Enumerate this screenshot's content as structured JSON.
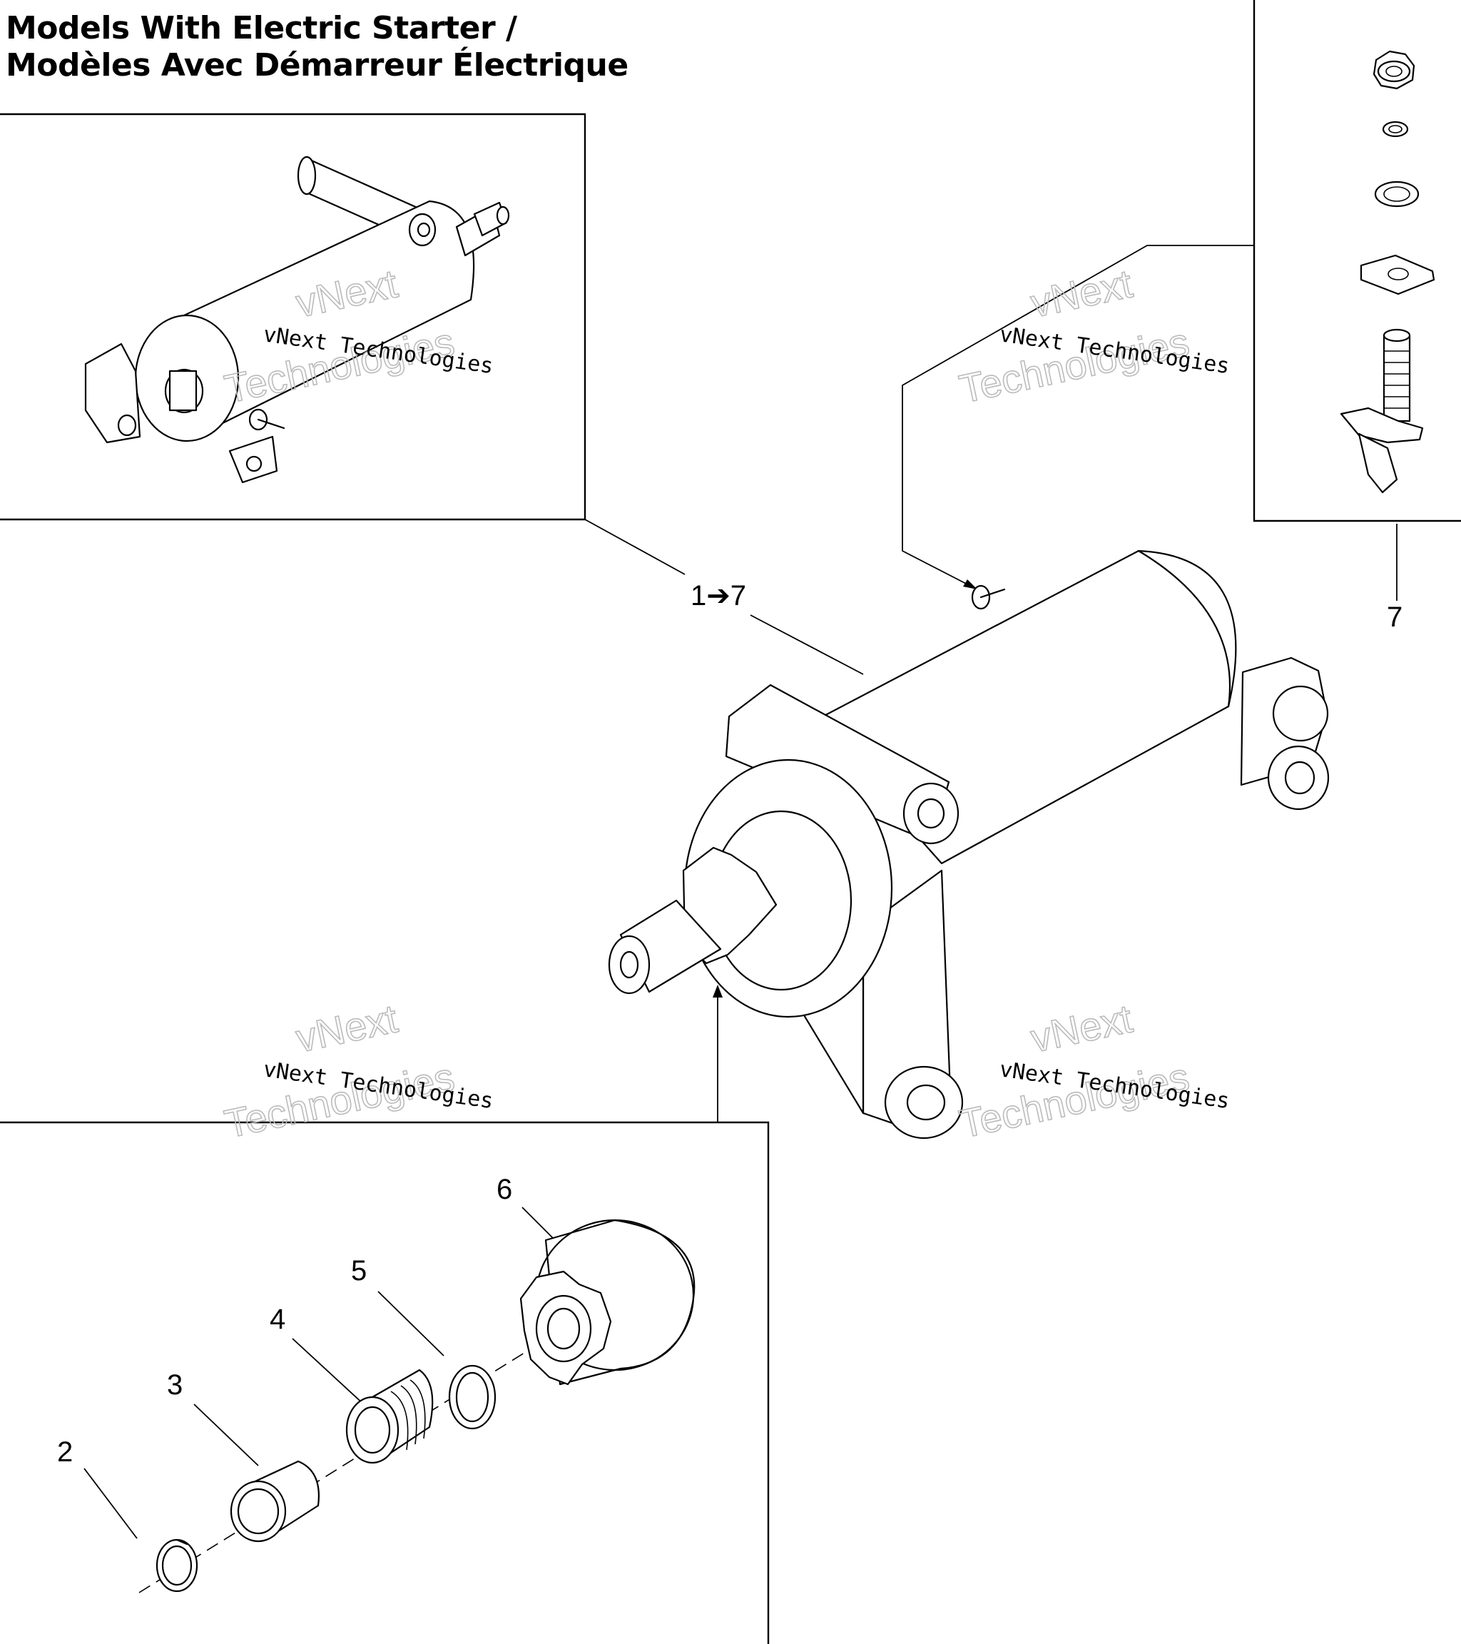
{
  "title": {
    "line1": "Models With Electric Starter /",
    "line2": "Modèles Avec Démarreur Électrique"
  },
  "callouts": {
    "assembly": "1➔7",
    "c2": "2",
    "c3": "3",
    "c4": "4",
    "c5": "5",
    "c6": "6",
    "c7": "7"
  },
  "watermark": {
    "line_a": "vNext Technologies",
    "line_b1": "vNext",
    "line_b2": "Technologies"
  }
}
